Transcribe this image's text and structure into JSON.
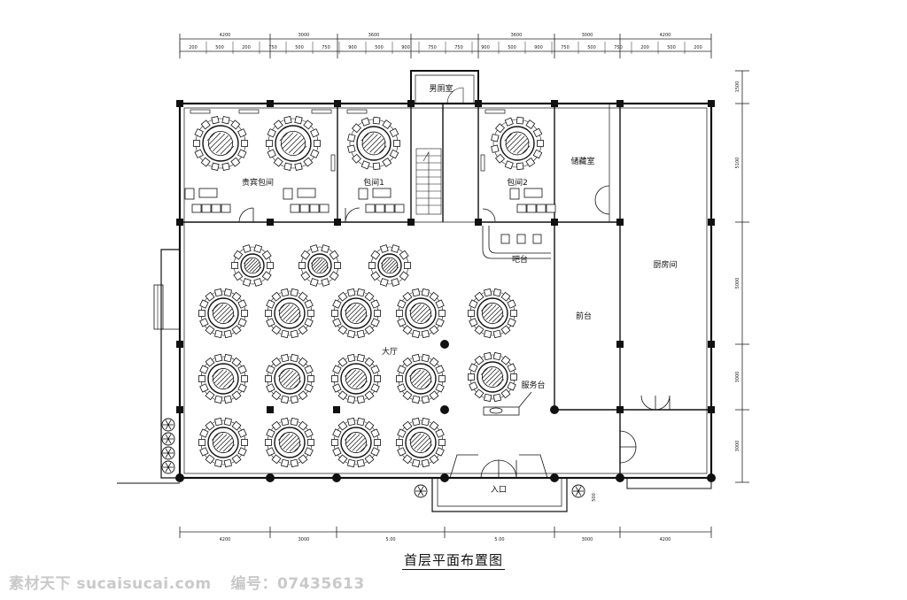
{
  "drawing_title": "首层平面布置图",
  "watermark": {
    "site": "素材天下 sucaisucai.com",
    "number": "编号：07435613"
  },
  "room_labels": {
    "vip_room_1": "贵宾包间",
    "vip_room_2": "包间1",
    "vip_room_3": "包间2",
    "toilet": "男厕室",
    "stair_room": "储藏室",
    "hall": "大厅",
    "bar": "吧台",
    "front_desk": "前台",
    "reception": "服务台",
    "kitchen": "厨房间",
    "entrance": "入口"
  },
  "dimensions": {
    "top_major": [
      "4200",
      "3000",
      "3600",
      "3600",
      "3000",
      "4200"
    ],
    "top_minor": [
      "200",
      "500",
      "200",
      "750",
      "500",
      "750",
      "900",
      "500",
      "900",
      "750",
      "750",
      "900",
      "500",
      "900",
      "750",
      "500",
      "750",
      "200",
      "500",
      "200"
    ],
    "bottom": [
      "4200",
      "3000",
      "5.00",
      "5.00",
      "3000",
      "4200"
    ],
    "right": [
      "1500",
      "5100",
      "5000",
      "3000",
      "3000"
    ],
    "entry_side": "500"
  },
  "colors": {
    "line": "#111111",
    "background": "#ffffff",
    "watermark": "#c9c9c9"
  }
}
